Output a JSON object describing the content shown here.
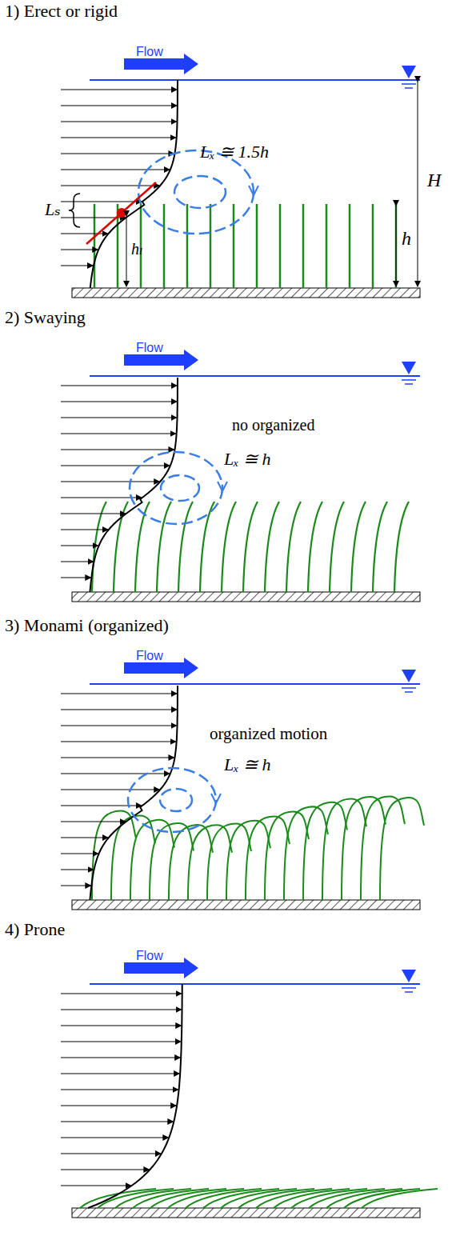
{
  "diagram": {
    "labels": [
      "1) Erect or rigid",
      "Flow",
      "H",
      "Lₓ ≅ 1.5h",
      "Lₛ",
      "hₗ",
      "h",
      "2) Swaying",
      "Flow",
      "no organized",
      "Lₓ ≅ h",
      "3) Monami (organized)",
      "Flow",
      "organized motion",
      "Lₓ ≅ h",
      "4) Prone",
      "Flow"
    ]
  }
}
